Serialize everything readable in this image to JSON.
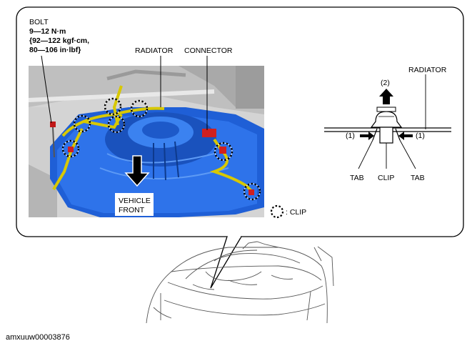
{
  "labels": {
    "bolt": "BOLT",
    "torque_nm": "9—12 N·m",
    "torque_kgf": "{92—122 kgf·cm,",
    "torque_inlbf": "80—106 in·lbf}",
    "radiator_main": "RADIATOR",
    "connector": "CONNECTOR",
    "vehicle_front_1": "VEHICLE",
    "vehicle_front_2": "FRONT",
    "clip_legend": ": CLIP",
    "radiator_detail": "RADIATOR",
    "step2": "(2)",
    "step1_left": "(1)",
    "step1_right": "(1)",
    "tab_left": "TAB",
    "clip": "CLIP",
    "tab_right": "TAB"
  },
  "figure_code": "amxuuw00003876",
  "colors": {
    "radiator_blue": "#1f5fd6",
    "harness_yellow": "#d8c800",
    "connector_red": "#d02020",
    "frame_gray": "#c8c8c8"
  }
}
